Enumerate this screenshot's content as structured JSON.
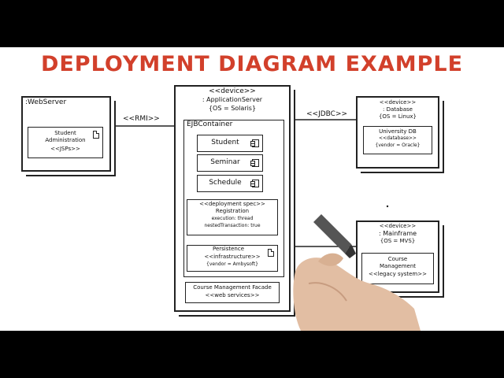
{
  "title": "DEPLOYMENT DIAGRAM EXAMPLE",
  "connectors": {
    "rmi": "<<RMI>>",
    "jdbc": "<<JDBC>>"
  },
  "webserver": {
    "name": ":WebServer",
    "artifact": {
      "name_line1": "Student",
      "name_line2": "Administration",
      "stereotype": "<<JSPs>>"
    }
  },
  "appserver": {
    "stereotype": "<<device>>",
    "name": ": ApplicationServer",
    "constraint": "{OS = Solaris}",
    "container": {
      "name": "EJBContainer",
      "components": [
        "Student",
        "Seminar",
        "Schedule"
      ],
      "deployment_spec": {
        "stereotype": "<<deployment spec>>",
        "name": "Registration",
        "line1": "execution: thread",
        "line2": "nestedTransaction: true"
      },
      "persistence": {
        "name": "Persistence",
        "stereotype": "<<infrastructure>>",
        "tag": "{vendor = Ambysoft}"
      }
    },
    "facade": {
      "name": "Course Management Facade",
      "stereotype": "<<web services>>"
    }
  },
  "database": {
    "stereotype": "<<device>>",
    "name": ": Database",
    "constraint": "{OS = Linux}",
    "artifact": {
      "name": "University DB",
      "stereotype": "<<database>>",
      "tag": "{vendor = Oracle}"
    }
  },
  "mainframe": {
    "stereotype": "<<device>>",
    "name": ": Mainframe",
    "constraint": "{OS = MVS}",
    "artifact": {
      "name_line1": "Course",
      "name_line2": "Management",
      "stereotype": "<<legacy system>>"
    }
  },
  "colors": {
    "title": "#d2402b",
    "ink": "#222222",
    "board": "#ffffff",
    "frame": "#000000"
  }
}
